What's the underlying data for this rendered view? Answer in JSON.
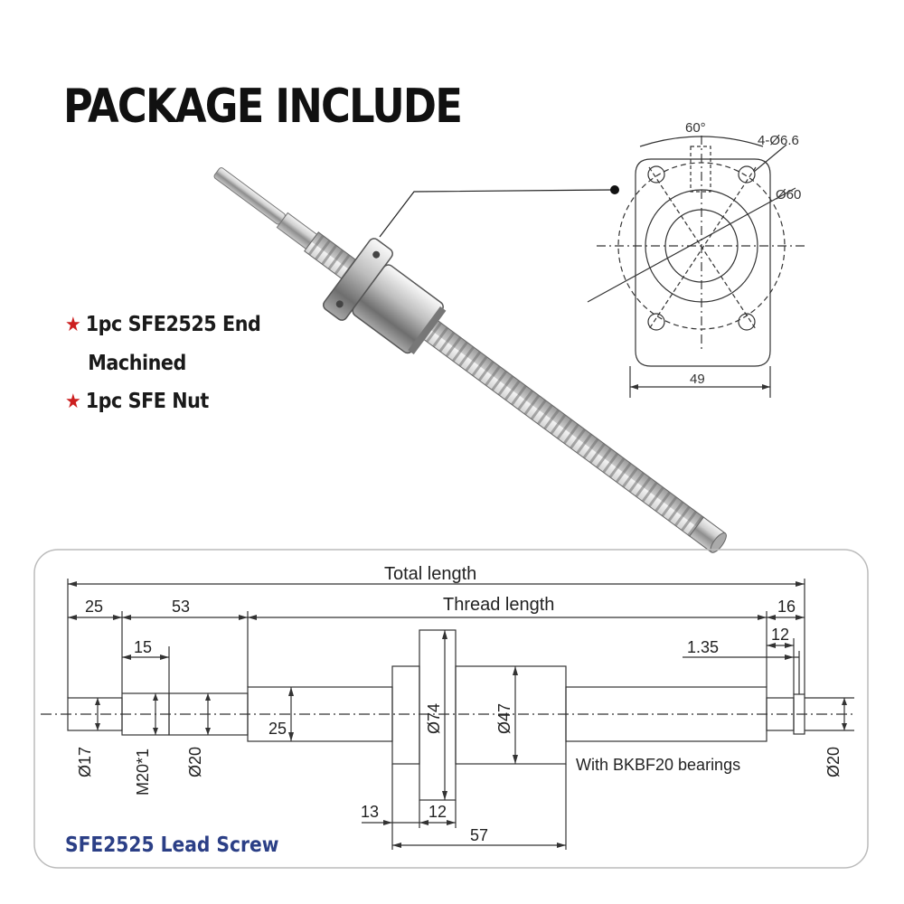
{
  "header": {
    "title": "PACKAGE INCLUDE"
  },
  "package_items": [
    {
      "lines": [
        "1pc SFE2525 End",
        "Machined"
      ]
    },
    {
      "lines": [
        "1pc SFE Nut"
      ]
    }
  ],
  "flange_drawing": {
    "angle_label": "60°",
    "holes_label": "4-Ø6.6",
    "pcd_label": "Ø60",
    "width_label": "49"
  },
  "screw_drawing": {
    "total_length_label": "Total length",
    "thread_length_label": "Thread length",
    "dim_25_label": "25",
    "dim_53_label": "53",
    "dim_16_label": "16",
    "dim_15_label": "15",
    "dim_12_top_label": "12",
    "dim_135_label": "1.35",
    "dim_d17_label": "Ø17",
    "dim_m20_label": "M20*1",
    "dim_d20_left_label": "Ø20",
    "dim_25_dia_label": "25",
    "dim_d74_label": "Ø74",
    "dim_d47_label": "Ø47",
    "bearing_note": "With BKBF20 bearings",
    "dim_d20_right_label": "Ø20",
    "dim_13_label": "13",
    "dim_12_bottom_label": "12",
    "dim_57_label": "57",
    "caption": "SFE2525 Lead Screw"
  },
  "colors": {
    "star": "#cc1f1f",
    "caption": "#2b3f86",
    "line": "#333333"
  },
  "icons": {
    "bullet": "star-icon"
  }
}
